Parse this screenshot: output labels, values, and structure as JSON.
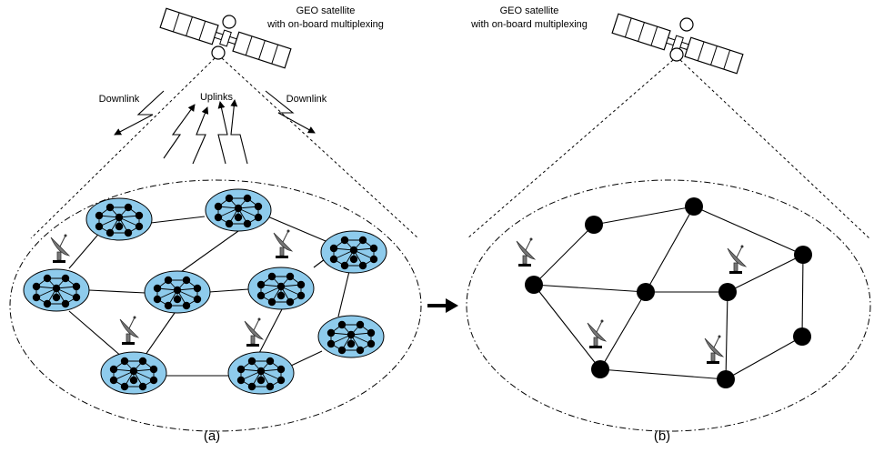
{
  "left_panel": {
    "satellite_label_line1": "GEO satellite",
    "satellite_label_line2": "with on-board multiplexing",
    "downlink_left": "Downlink",
    "uplinks": "Uplinks",
    "downlink_right": "Downlink",
    "caption": "(a)"
  },
  "right_panel": {
    "satellite_label_line1": "GEO satellite",
    "satellite_label_line2": "with on-board multiplexing",
    "caption": "(b)"
  },
  "colors": {
    "cluster_fill": "#8ecbec",
    "node_fill": "#000000",
    "dish_fill": "#777777",
    "line": "#000000"
  },
  "icons": [
    "satellite-icon",
    "satellite-dish-icon",
    "arrow-right-icon",
    "lightning-arrow-icon"
  ]
}
